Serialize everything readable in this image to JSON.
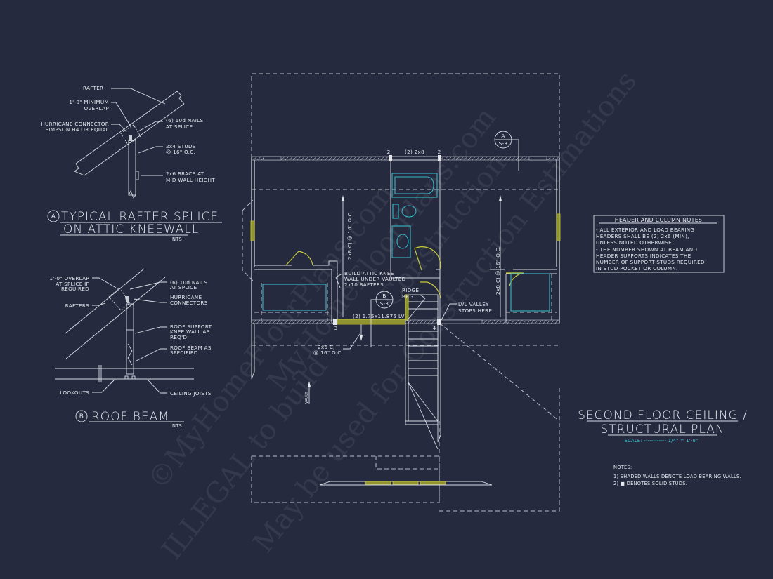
{
  "sheet": {
    "background": "#252a3e",
    "line_color": "#d9dce4",
    "accent_cyan": "#3fc6d6",
    "accent_yellow": "#c9cc3a"
  },
  "watermarks": [
    "©MyHomeFloorPlans.com",
    "ILLEGAL to build",
    "May be used for Construction Estimations",
    "MyHomeFloorPlans.com",
    "Construction"
  ],
  "detail_a": {
    "bubble": "A",
    "title_line1": "TYPICAL RAFTER SPLICE",
    "title_line2": "ON ATTIC KNEEWALL",
    "scale": "NTS",
    "callouts": [
      {
        "lines": [
          "RAFTER"
        ]
      },
      {
        "lines": [
          "1'-0\" MINIMUM",
          "OVERLAP"
        ]
      },
      {
        "lines": [
          "HURRICANE CONNECTOR",
          "SIMPSON H4 OR EQUAL"
        ]
      },
      {
        "lines": [
          "(6) 10d NAILS",
          "AT SPLICE"
        ]
      },
      {
        "lines": [
          "2x4 STUDS",
          "@ 16\" O.C."
        ]
      },
      {
        "lines": [
          "2x6 BRACE AT",
          "MID WALL HEIGHT"
        ]
      }
    ]
  },
  "detail_b": {
    "bubble": "B",
    "title": "ROOF BEAM",
    "scale": "NTS.",
    "callouts": [
      {
        "lines": [
          "1'-0\" OVERLAP",
          "AT SPLICE IF",
          "REQUIRED"
        ]
      },
      {
        "lines": [
          "RAFTERS"
        ]
      },
      {
        "lines": [
          "(6) 10d NAILS",
          "AT SPLICE"
        ]
      },
      {
        "lines": [
          "HURRICANE",
          "CONNECTORS"
        ]
      },
      {
        "lines": [
          "ROOF SUPPORT",
          "KNEE WALL AS",
          "REQ'D"
        ]
      },
      {
        "lines": [
          "ROOF BEAM AS",
          "SPECIFIED"
        ]
      },
      {
        "lines": [
          "LOOKOUTS"
        ]
      },
      {
        "lines": [
          "CEILING JOISTS"
        ]
      }
    ]
  },
  "plan": {
    "header_label": "(2) 2x8",
    "post_counts": [
      "2",
      "2",
      "3",
      "4"
    ],
    "section_a": {
      "letter": "A",
      "sheet": "S-3"
    },
    "section_b": {
      "letter": "B",
      "sheet": "S-3"
    },
    "joist_left": "2x8 CJ @ 16\" O.C.",
    "joist_right": "2x8 CJ @ 16\" O.C.",
    "joist_lower": [
      "2x6 CJ",
      "@ 16\" O.C."
    ],
    "knee_note": [
      "BUILD ATTIC KNEE",
      "WALL UNDER VAULTED",
      "2x10 RAFTERS"
    ],
    "ridge_note": [
      "RIDGE",
      "BRG"
    ],
    "beam_label": "(2) 1.75x11.875 LVL",
    "valley_note": [
      "LVL VALLEY",
      "STOPS HERE"
    ],
    "vault_label": "VAULT"
  },
  "header_notes": {
    "title": "HEADER AND COLUMN NOTES",
    "lines": [
      "- ALL EXTERIOR AND LOAD BEARING",
      "HEADERS SHALL BE (2) 2x6 (MIN),",
      "UNLESS NOTED OTHERWISE.",
      "- THE NUMBER SHOWN AT BEAM AND",
      "HEADER SUPPORTS INDICATES THE",
      "NUMBER OF SUPPORT STUDS REQUIRED",
      "IN STUD POCKET OR COLUMN."
    ]
  },
  "sheet_title": {
    "line1": "SECOND FLOOR CEILING /",
    "line2": "STRUCTURAL PLAN",
    "scale_label": "SCALE: ------------ 1/4\" = 1'-0\""
  },
  "notes": {
    "heading": "NOTES:",
    "items": [
      "1) SHADED WALLS DENOTE LOAD BEARING WALLS.",
      "2) ■ DENOTES SOLID STUDS."
    ]
  }
}
